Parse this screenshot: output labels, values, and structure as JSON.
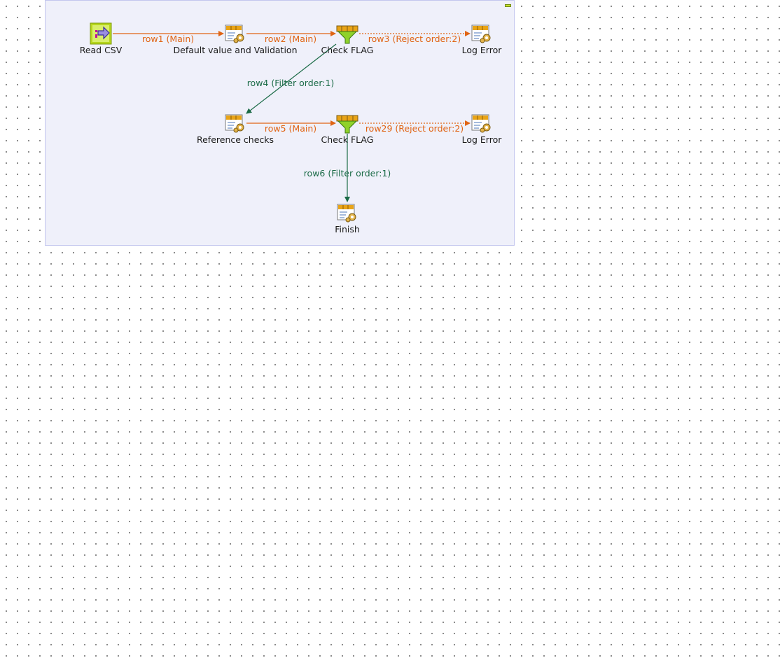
{
  "components": {
    "read_csv": "Read CSV",
    "default_value": "Default value and Validation",
    "check_flag_1": "Check FLAG",
    "log_error_1": "Log Error",
    "reference_checks": "Reference checks",
    "check_flag_2": "Check FLAG",
    "log_error_2": "Log Error",
    "finish": "Finish"
  },
  "links": {
    "row1": "row1 (Main)",
    "row2": "row2 (Main)",
    "row3": "row3 (Reject order:2)",
    "row4": "row4 (Filter order:1)",
    "row5": "row5 (Main)",
    "row29": "row29 (Reject order:2)",
    "row6": "row6 (Filter order:1)"
  },
  "icons": {
    "input": "csv-input-icon",
    "map": "tmap-icon",
    "filter": "filter-funnel-icon"
  },
  "colors": {
    "main_link": "#e06414",
    "filter_link": "#1b6b47",
    "subjob_bg": "#eff0fa"
  }
}
